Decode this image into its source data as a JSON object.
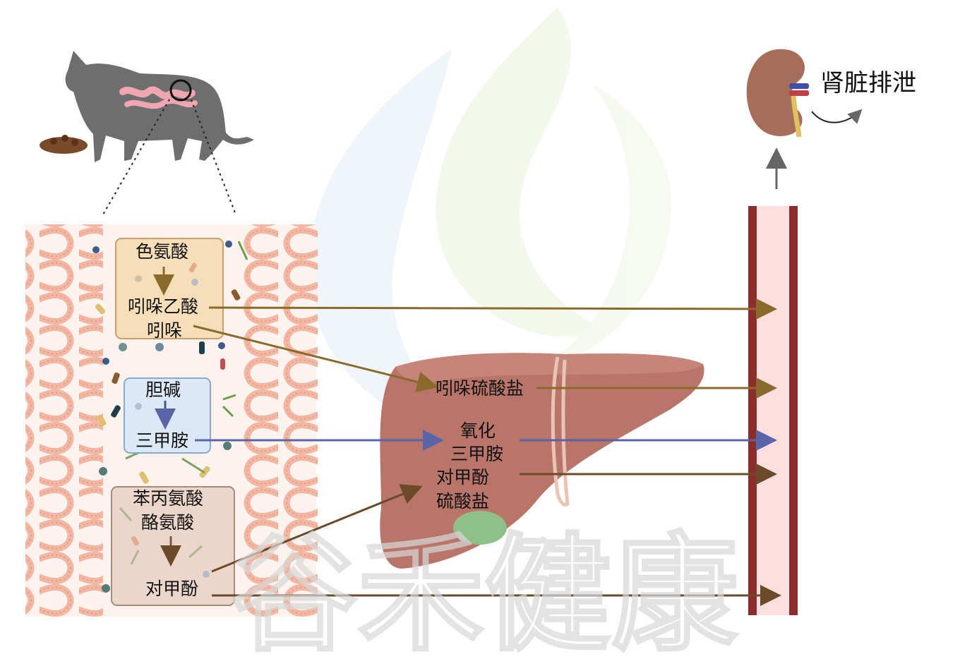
{
  "watermark": {
    "text": "谷禾健康"
  },
  "cat": {
    "icon": "cat-with-intestine-icon",
    "food_icon": "kibble-pile-icon"
  },
  "kidney": {
    "icon": "kidney-icon",
    "label": "肾脏排泄"
  },
  "liver": {
    "icon": "liver-icon"
  },
  "blood_vessel": {
    "icon": "blood-vessel-icon"
  },
  "gut": {
    "tryptophan_box": {
      "top": "色氨酸",
      "mid": "吲哚乙酸",
      "bottom": "吲哚"
    },
    "choline_box": {
      "top": "胆碱",
      "bottom": "三甲胺"
    },
    "aromatic_box": {
      "top1": "苯丙氨酸",
      "top2": "酪氨酸",
      "bottom": "对甲酚"
    }
  },
  "liver_products": {
    "indoxyl_sulfate": "吲哚硫酸盐",
    "tmao_line1": "氧化",
    "tmao_line2": "三甲胺",
    "pcs_line1": "对甲酚",
    "pcs_line2": "硫酸盐"
  },
  "colors": {
    "brown_arrow": "#8a6a2a",
    "dark_brown_arrow": "#6b4a2a",
    "blue_arrow": "#5a64a8",
    "vessel_wall": "#8b2d2d",
    "vessel_lumen": "#fbd9d9",
    "liver": "#b86a5e",
    "gut_pink": "#f2b7a3"
  }
}
